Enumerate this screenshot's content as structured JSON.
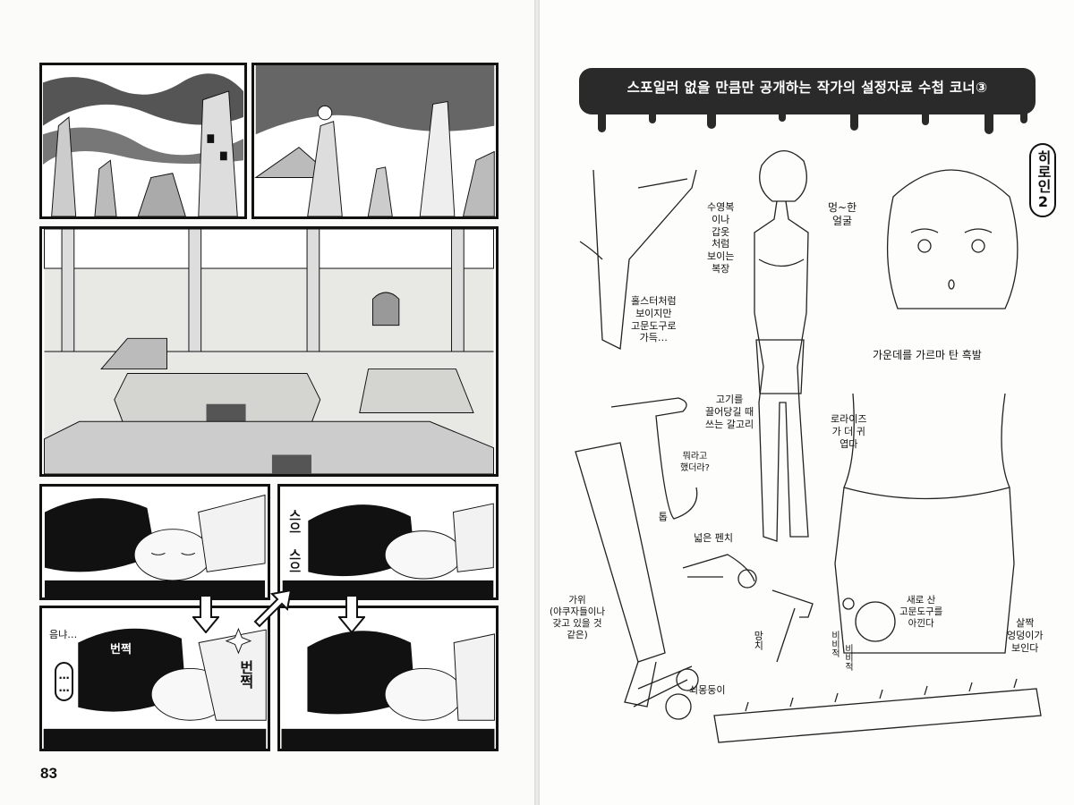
{
  "left_page": {
    "page_number": "83",
    "sfx": {
      "panel5_snore": "스으 스으",
      "panel6_murmur": "음냐…",
      "panel6_flash_a": "번쩍",
      "panel6_flash_b": "번쩍",
      "panel6_dots": "……"
    }
  },
  "right_page": {
    "title": "스포일러 없을 만큼만 공개하는 작가의 설정자료 수첩 코너③",
    "notes": {
      "heroine": "히로인2",
      "blank_face": "멍~한\n얼굴",
      "swimsuit": "수영복\n이나\n갑옷\n처럼\n보이는\n복장",
      "holster": "홀스터처럼\n보이지만\n고문도구로\n가득…",
      "hair": "가운데를 가르마 탄 흑발",
      "meat_hook": "고기를\n끌어당길 때\n쓰는 갈고리",
      "what": "뭐라고\n했더라?",
      "loraiz": "로라이즈\n가 더 귀\n엽다",
      "saw": "톱",
      "pliers": "넓은 펜치",
      "scissors": "가위\n(야쿠자들이나\n갖고 있을 것\n같은)",
      "hammer": "망치",
      "new_tools": "새로 산\n고문도구를\n아낀다",
      "bibijeok_a": "비비적",
      "bibijeok_b": "비비적",
      "club": "쇠몽둥이",
      "butt": "살짝\n엉덩이가\n보인다"
    }
  }
}
